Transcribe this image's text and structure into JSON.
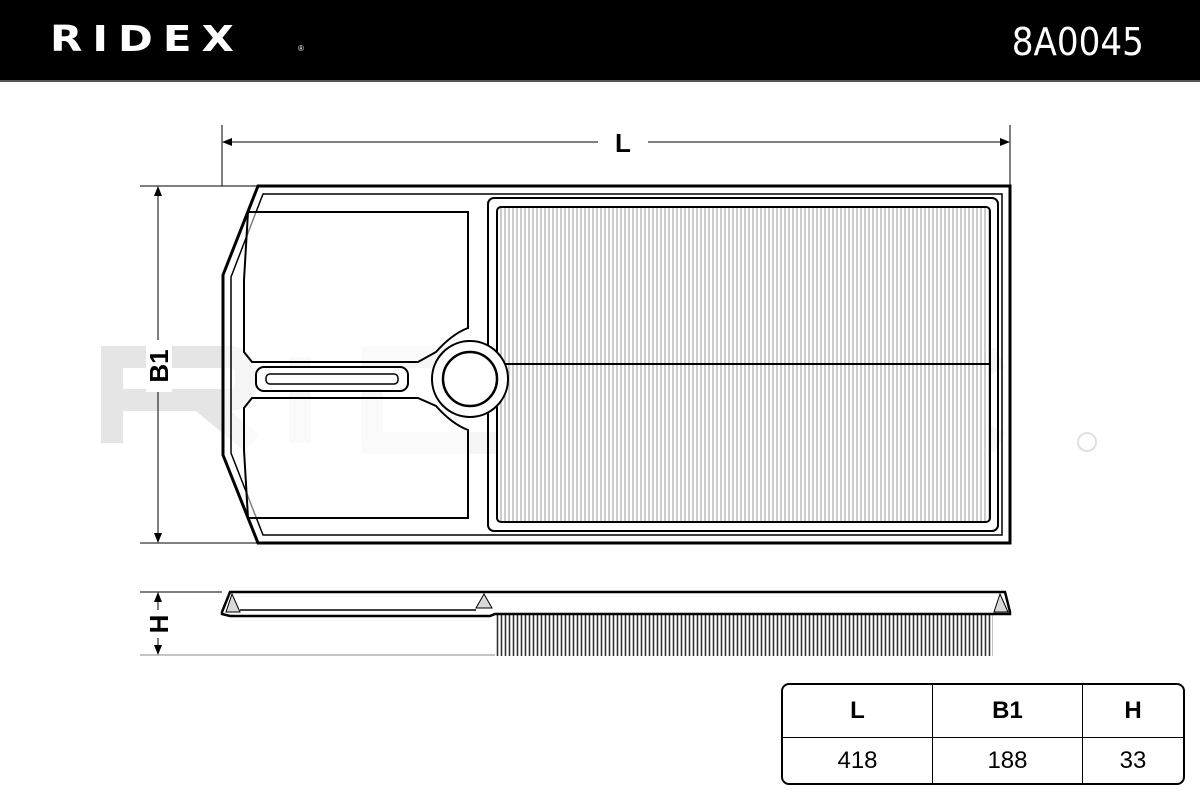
{
  "header": {
    "brand": "RIDEX",
    "registered": "®",
    "part_number": "8A0045"
  },
  "watermark": "RIDEX",
  "dimension_labels": {
    "length": "L",
    "width": "B1",
    "height": "H"
  },
  "table": {
    "headers": [
      "L",
      "B1",
      "H"
    ],
    "values": [
      "418",
      "188",
      "33"
    ]
  },
  "colors": {
    "header_bg": "#000000",
    "watermark": "#e5e5e5",
    "part_fill": "#d9d9d9"
  }
}
